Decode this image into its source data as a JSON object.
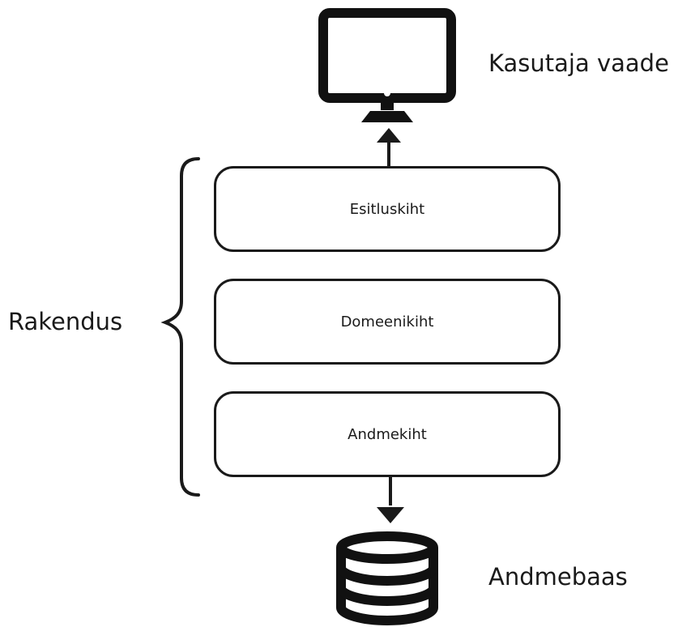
{
  "diagram": {
    "user_view_label": "Kasutaja vaade",
    "application_label": "Rakendus",
    "database_label": "Andmebaas",
    "layers": [
      {
        "label": "Esitluskiht"
      },
      {
        "label": "Domeenikiht"
      },
      {
        "label": "Andmekiht"
      }
    ]
  },
  "icons": {
    "monitor": "monitor-icon",
    "database": "database-icon"
  },
  "colors": {
    "stroke": "#1a1a1a",
    "background": "#ffffff"
  }
}
